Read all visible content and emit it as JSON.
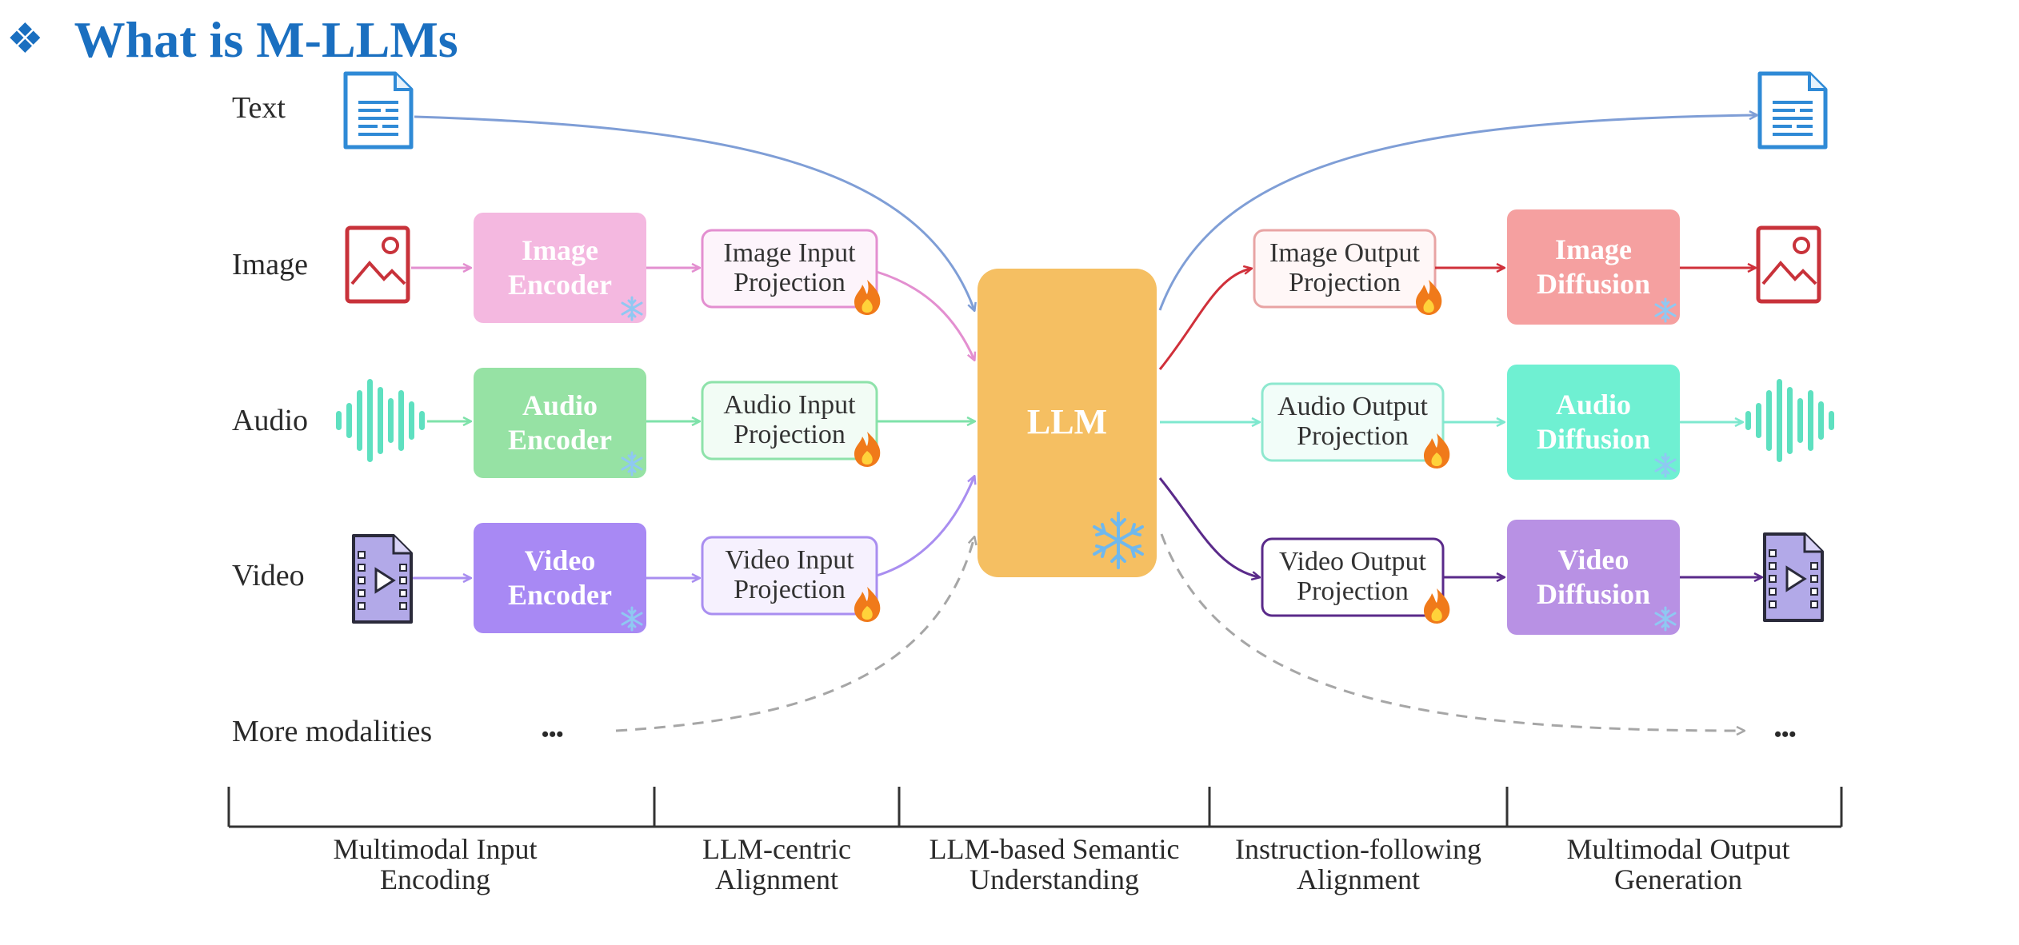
{
  "header": {
    "bullet": "❖",
    "title": "What is M-LLMs"
  },
  "colors": {
    "title": "#1a6fc0",
    "text": "#7f9ed6",
    "image": "#e89ad4",
    "audio": "#8ee8b4",
    "video": "#a98ef0",
    "llm": "#f5bf62",
    "image_out": "#d0303a",
    "video_out": "#5a2a8a",
    "dashed": "#a6a6a6"
  },
  "modalities": [
    {
      "key": "text",
      "label": "Text"
    },
    {
      "key": "image",
      "label": "Image"
    },
    {
      "key": "audio",
      "label": "Audio"
    },
    {
      "key": "video",
      "label": "Video"
    },
    {
      "key": "more",
      "label": "More modalities",
      "ellipsis": "•••"
    }
  ],
  "encoders": [
    {
      "line1": "Image",
      "line2": "Encoder"
    },
    {
      "line1": "Audio",
      "line2": "Encoder"
    },
    {
      "line1": "Video",
      "line2": "Encoder"
    }
  ],
  "input_projections": [
    {
      "line1": "Image Input",
      "line2": "Projection"
    },
    {
      "line1": "Audio Input",
      "line2": "Projection"
    },
    {
      "line1": "Video Input",
      "line2": "Projection"
    }
  ],
  "llm": {
    "label": "LLM"
  },
  "output_projections": [
    {
      "line1": "Image Output",
      "line2": "Projection"
    },
    {
      "line1": "Audio Output",
      "line2": "Projection"
    },
    {
      "line1": "Video Output",
      "line2": "Projection"
    }
  ],
  "decoders": [
    {
      "line1": "Image",
      "line2": "Diffusion"
    },
    {
      "line1": "Audio",
      "line2": "Diffusion"
    },
    {
      "line1": "Video",
      "line2": "Diffusion"
    }
  ],
  "output_more": {
    "ellipsis": "•••"
  },
  "stages": [
    {
      "line1": "Multimodal Input",
      "line2": "Encoding"
    },
    {
      "line1": "LLM-centric",
      "line2": "Alignment"
    },
    {
      "line1": "LLM-based Semantic",
      "line2": "Understanding"
    },
    {
      "line1": "Instruction-following",
      "line2": "Alignment"
    },
    {
      "line1": "Multimodal Output",
      "line2": "Generation"
    }
  ]
}
